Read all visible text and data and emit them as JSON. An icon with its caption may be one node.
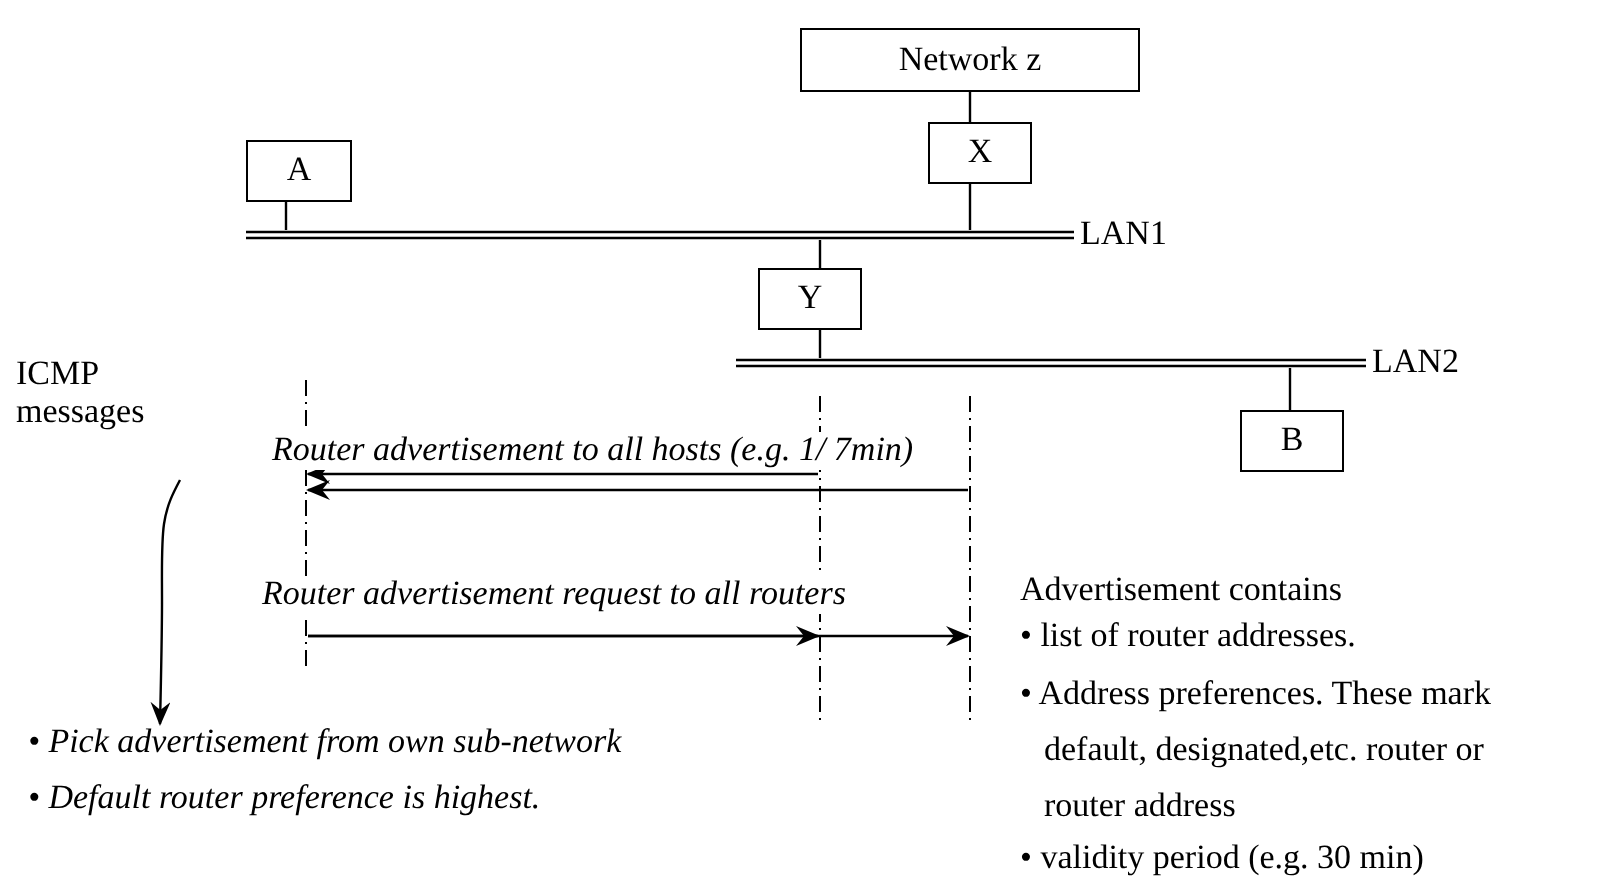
{
  "diagram": {
    "nodes": [
      {
        "text": [
          "Network z"
        ]
      },
      {
        "text": [
          "A"
        ]
      },
      {
        "text": [
          "X"
        ]
      },
      {
        "text": [],
        "shape": "bar",
        "beside": [
          "LAN1"
        ]
      },
      {
        "text": [
          "Y"
        ]
      },
      {
        "text": [],
        "shape": "bar",
        "beside": [
          "LAN2"
        ]
      },
      {
        "text": [
          "B"
        ]
      },
      {
        "text": [
          "ICMP messages"
        ]
      },
      {
        "text": [],
        "shape": "line"
      },
      {
        "text": [],
        "shape": "line"
      },
      {
        "text": [],
        "shape": "line"
      },
      {
        "text": [
          "• Pick advertisement from own sub-network",
          "• Default router preference is highest."
        ]
      }
    ],
    "edges": [
      {
        "from": 0,
        "to": 2,
        "arrow": "none"
      },
      {
        "from": 2,
        "to": 3,
        "arrow": "none"
      },
      {
        "from": 1,
        "to": 3,
        "arrow": "none"
      },
      {
        "from": 4,
        "to": 3,
        "arrow": "none"
      },
      {
        "from": 4,
        "to": 5,
        "arrow": "none"
      },
      {
        "from": 6,
        "to": 5,
        "arrow": "none"
      },
      {
        "from": 9,
        "to": 8,
        "arrow": "to"
      },
      {
        "from": 10,
        "to": 8,
        "arrow": "to",
        "label": "Router advertisement to all hosts (e.g. 1/ 7min)"
      },
      {
        "from": 8,
        "to": 9,
        "arrow": "to",
        "label": "Router advertisement request to all routers"
      },
      {
        "from": 8,
        "to": 10,
        "arrow": "to"
      },
      {
        "from": 7,
        "to": 11,
        "arrow": "to"
      }
    ],
    "labels": [
      "Advertisement contains",
      "• list of router addresses.",
      "• Address preferences. These mark default, designated,etc. router or router address",
      "• validity period (e.g. 30 min)"
    ]
  }
}
